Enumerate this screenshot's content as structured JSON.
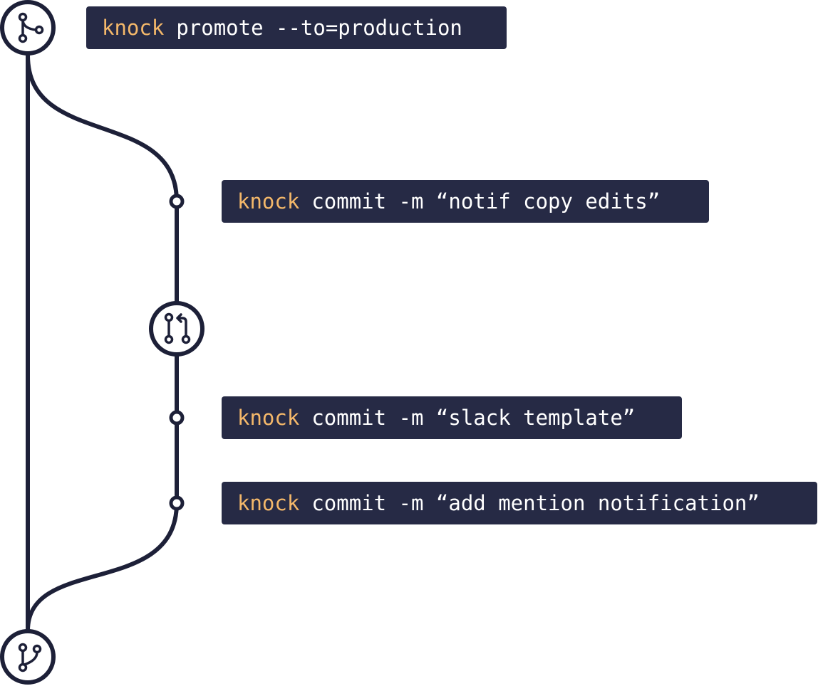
{
  "colors": {
    "line": "#1d2038",
    "box_bg": "#262a45",
    "keyword": "#f4b86a",
    "text": "#ffffff",
    "node_fill": "#ffffff"
  },
  "commands": [
    {
      "keyword": "knock",
      "args": "promote --to=production"
    },
    {
      "keyword": "knock",
      "args": "commit -m “notif copy edits”"
    },
    {
      "keyword": "knock",
      "args": "commit -m “slack template”"
    },
    {
      "keyword": "knock",
      "args": "commit -m “add mention notification”"
    }
  ],
  "icons": {
    "top": "git-merge-icon",
    "middle": "git-pull-request-icon",
    "bottom": "git-branch-icon"
  }
}
